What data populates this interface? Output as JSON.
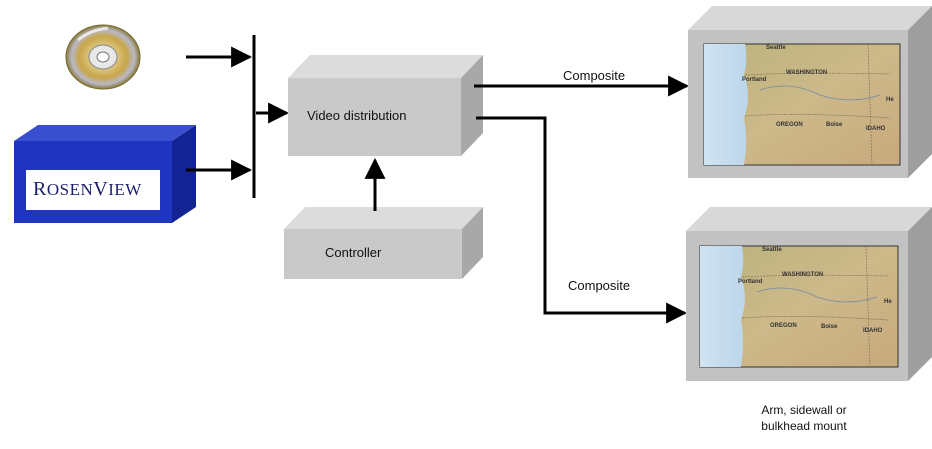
{
  "nodes": {
    "video_distribution": "Video distribution",
    "controller": "Controller",
    "rosenview": {
      "first_cap": "R",
      "rest1": "OSEN",
      "second_cap": "V",
      "rest2": "IEW"
    }
  },
  "edges": {
    "top_composite": "Composite",
    "bottom_composite": "Composite"
  },
  "monitors": [
    {
      "labels": {
        "seattle": "Seattle",
        "portland": "Portland",
        "washington": "WASHINGTON",
        "oregon": "OREGON",
        "boise": "Boise",
        "idaho": "IDAHO",
        "he": "He"
      }
    },
    {
      "labels": {
        "seattle": "Seattle",
        "portland": "Portland",
        "washington": "WASHINGTON",
        "oregon": "OREGON",
        "boise": "Boise",
        "idaho": "IDAHO",
        "he": "He"
      }
    }
  ],
  "caption": {
    "line1": "Arm, sidewall or",
    "line2": "bulkhead mount"
  },
  "colors": {
    "box_face": "#c8c8c8",
    "box_side": "#a6a6a6",
    "box_top": "#dcdcdc",
    "rosen_blue": "#1c2fb0",
    "arrow": "#000000"
  }
}
